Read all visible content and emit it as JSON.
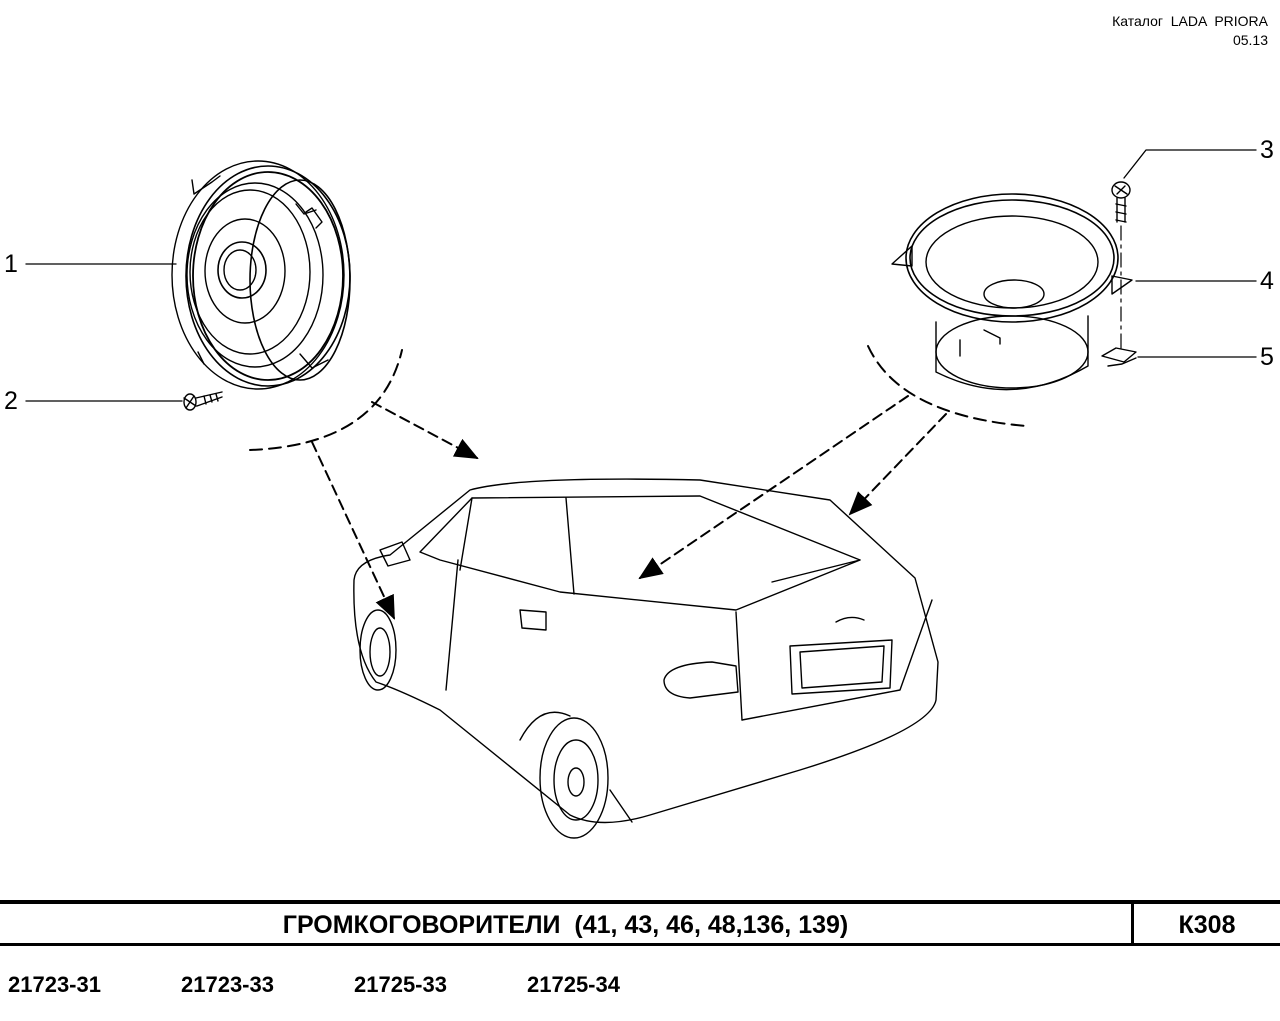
{
  "header": {
    "catalog_label": "Каталог  LADA  PRIORA",
    "edition": "05.13"
  },
  "callouts": [
    "1",
    "2",
    "3",
    "4",
    "5"
  ],
  "title_block": {
    "title": "ГРОМКОГОВОРИТЕЛИ  (41, 43, 46, 48,136, 139)",
    "sheet_code": "К308"
  },
  "model_codes": [
    "21723-31",
    "21723-33",
    "21725-33",
    "21725-34"
  ]
}
